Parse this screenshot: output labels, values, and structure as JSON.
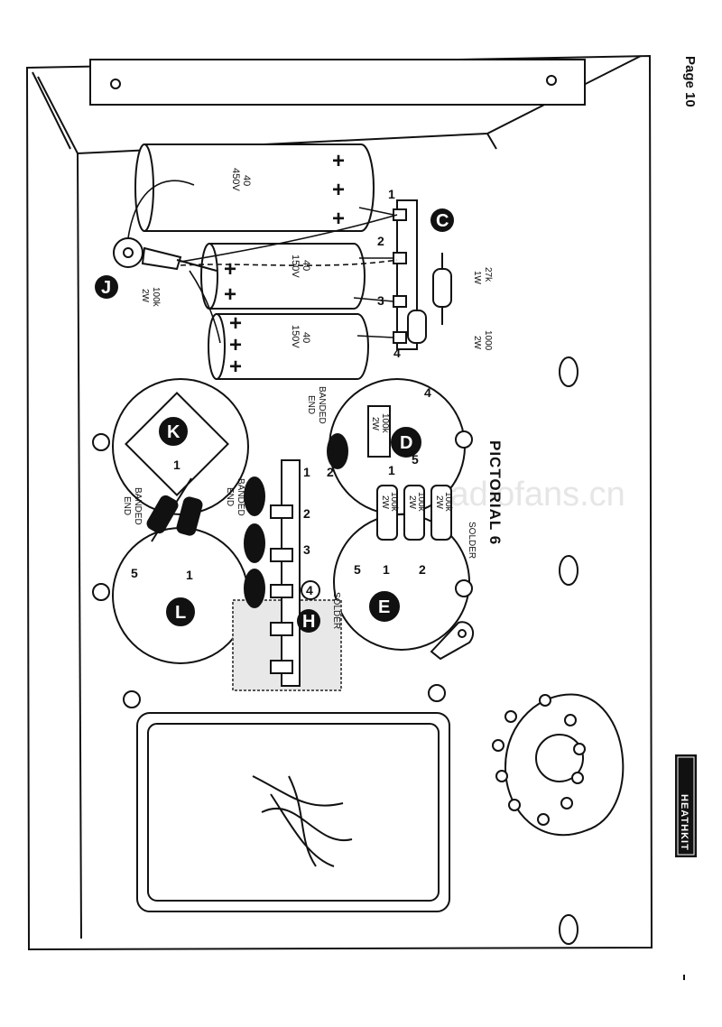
{
  "page": {
    "number_label": "Page 10",
    "pictorial_label": "PICTORIAL 6"
  },
  "brand": {
    "logo_text": "HEATHKIT"
  },
  "watermark": "www.radiofans.cn",
  "capacitors": [
    {
      "id": "cap-40-450",
      "value": "40",
      "voltage": "450V",
      "marks": [
        "+",
        "+",
        "+"
      ]
    },
    {
      "id": "cap-40-150-a",
      "value": "40",
      "voltage": "150V",
      "marks": [
        "+",
        "+"
      ]
    },
    {
      "id": "cap-40-150-b",
      "value": "40",
      "voltage": "150V",
      "marks": [
        "+",
        "+",
        "+"
      ]
    }
  ],
  "resistors": {
    "r_27k": {
      "value": "27k",
      "rating": "1W"
    },
    "r_1000": {
      "value": "1000",
      "rating": "2W"
    },
    "r_100k_j": {
      "value": "100k",
      "rating": "2W"
    },
    "r_100k_d": {
      "value": "100k",
      "rating": "2W"
    },
    "r_100k_e1": {
      "value": "100k",
      "rating": "2W"
    },
    "r_100k_e2": {
      "value": "100k",
      "rating": "2W"
    },
    "r_100k_e3": {
      "value": "100k",
      "rating": "2W"
    }
  },
  "callouts": {
    "C": "C",
    "J": "J",
    "D": "D",
    "E": "E",
    "H": "H",
    "K": "K",
    "L": "L"
  },
  "terminal_numbers": {
    "strip_top": [
      "1",
      "2",
      "3",
      "4"
    ],
    "strip_mid": [
      "1",
      "2",
      "3",
      "4"
    ],
    "socket_d": [
      "4",
      "5",
      "1",
      "2"
    ],
    "socket_e": [
      "2",
      "1",
      "5"
    ],
    "socket_k": [
      "1"
    ],
    "socket_l": [
      "1",
      "5"
    ]
  },
  "notes": {
    "banded_end": "BANDED",
    "end": "END",
    "solder": "SOLDER"
  }
}
